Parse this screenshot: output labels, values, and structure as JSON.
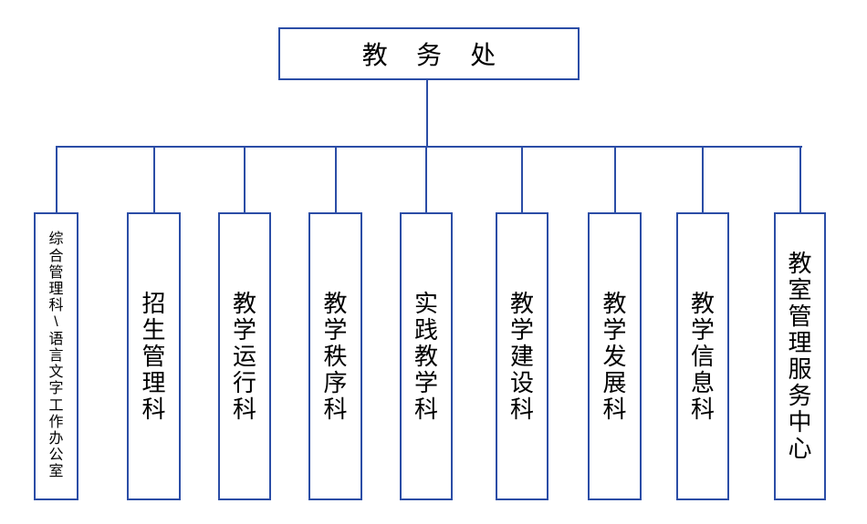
{
  "chart": {
    "root_label": "教 务 处",
    "departments": [
      {
        "label": "综合管理科\\语言文字工作办公室"
      },
      {
        "label": "招生管理科"
      },
      {
        "label": "教学运行科"
      },
      {
        "label": "教学秩序科"
      },
      {
        "label": "实践教学科"
      },
      {
        "label": "教学建设科"
      },
      {
        "label": "教学发展科"
      },
      {
        "label": "教学信息科"
      },
      {
        "label": "教室管理服务中心"
      }
    ]
  },
  "colors": {
    "line": "#2b4da6",
    "text": "#000000",
    "background": "#ffffff"
  }
}
